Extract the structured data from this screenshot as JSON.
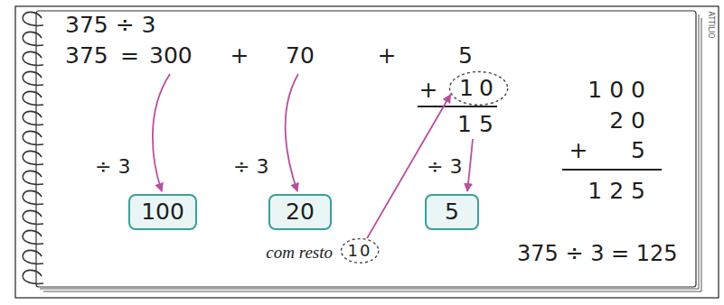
{
  "diagram": {
    "nodes": [
      {
        "text": [
          "10"
        ]
      },
      {
        "text": [
          "100"
        ]
      },
      {
        "text": [
          "20"
        ]
      },
      {
        "text": [
          "5"
        ]
      },
      {
        "text": [
          "10"
        ]
      }
    ],
    "edges": [
      {
        "from": 4,
        "to": 0,
        "arrow": "to"
      }
    ],
    "labels": [
      "375 ÷ 3",
      "375",
      "=",
      "300",
      "+",
      "70",
      "+",
      "5",
      "+",
      "15",
      "÷ 3",
      "÷ 3",
      "÷ 3",
      "com resto",
      "100",
      "20",
      "+",
      "5",
      "125",
      "375 ÷ 3 = 125",
      "ATTILIO"
    ]
  }
}
